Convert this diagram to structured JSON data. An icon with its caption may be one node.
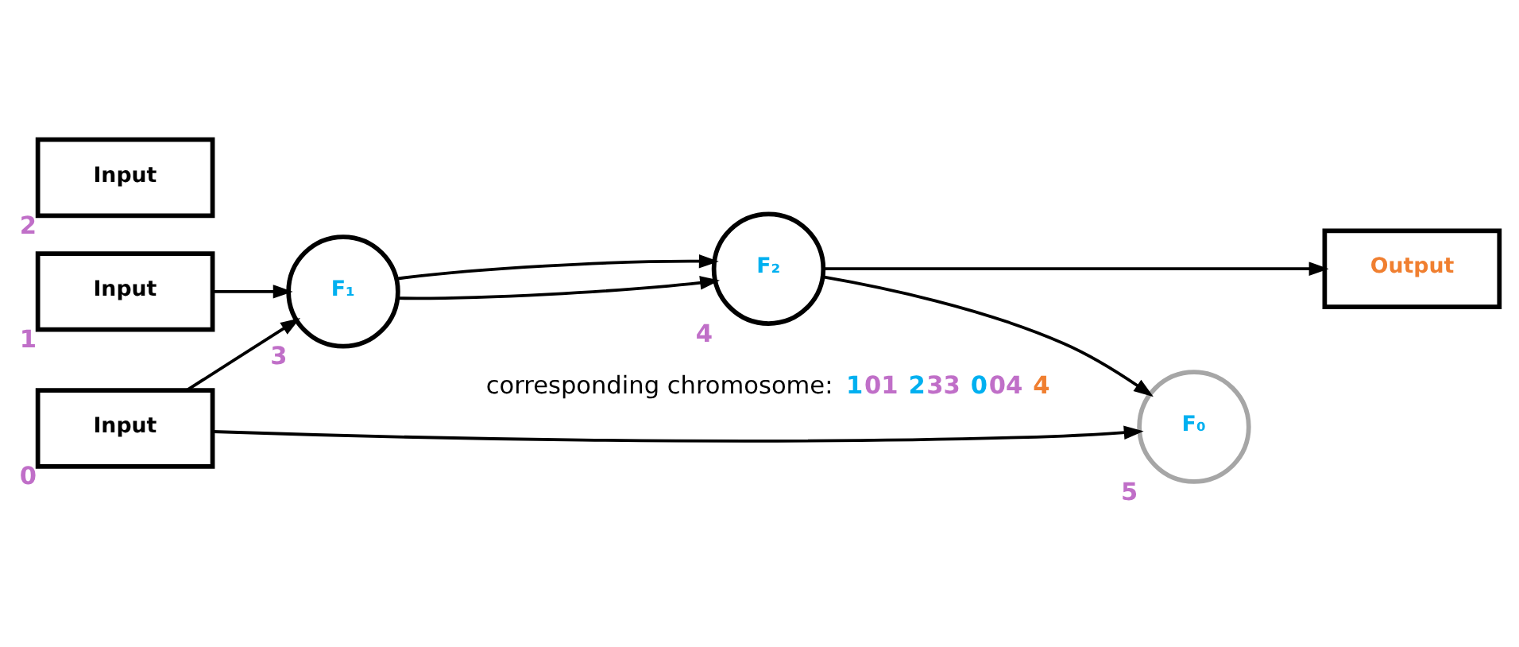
{
  "diagram": {
    "nodes": [
      {
        "text": [
          "Input"
        ],
        "beside": [
          "0"
        ]
      },
      {
        "text": [
          "Input"
        ],
        "beside": [
          "1"
        ]
      },
      {
        "text": [
          "Input"
        ],
        "beside": [
          "2"
        ]
      },
      {
        "text": [
          "F₁"
        ],
        "beside": [
          "3"
        ]
      },
      {
        "text": [
          "F₂"
        ],
        "beside": [
          "4"
        ]
      },
      {
        "text": [
          "F₀"
        ],
        "beside": [
          "5"
        ]
      },
      {
        "text": [
          "Output"
        ]
      }
    ],
    "edges": [
      {
        "from": 0,
        "to": 3,
        "arrow": "to"
      },
      {
        "from": 0,
        "to": 5,
        "arrow": "to"
      },
      {
        "from": 1,
        "to": 3,
        "arrow": "to"
      },
      {
        "from": 3,
        "to": 4,
        "arrow": "to"
      },
      {
        "from": 3,
        "to": 4,
        "arrow": "to"
      },
      {
        "from": 4,
        "to": 5,
        "arrow": "to"
      },
      {
        "from": 4,
        "to": 6,
        "arrow": "to"
      }
    ],
    "labels": [
      "corresponding chromosome:",
      "1",
      "01",
      "2",
      "33",
      "0",
      "04",
      "4"
    ]
  }
}
